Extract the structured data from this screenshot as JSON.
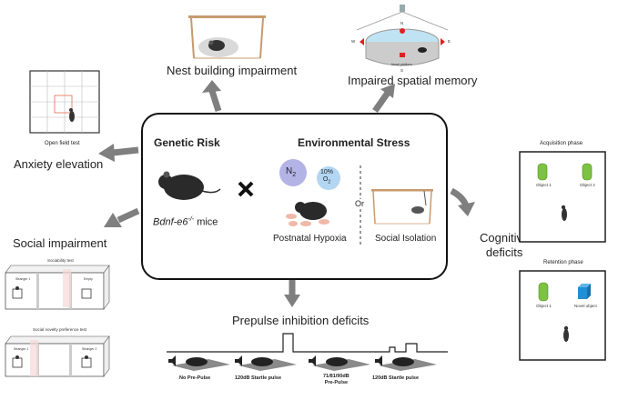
{
  "center": {
    "genetic_risk": "Genetic Risk",
    "environmental_stress": "Environmental Stress",
    "mice_gene": "Bdnf-e6",
    "mice_gene_super": "-/-",
    "mice_suffix": " mice",
    "n2": "N",
    "n2_sub": "2",
    "o2_pct": "10%",
    "o2": "O",
    "o2_sub": "2",
    "or_label": "Or",
    "postnatal_hypoxia": "Postnatal Hypoxia",
    "social_isolation": "Social Isolation"
  },
  "outcomes": {
    "nest_building": "Nest building impairment",
    "spatial_memory": "Impaired spatial memory",
    "anxiety": "Anxiety elevation",
    "open_field": "Open field test",
    "social_impairment": "Social impairment",
    "cognitive": "Cognitive",
    "deficits": "deficits",
    "ppi": "Prepulse inhibition deficits"
  },
  "social_tests": {
    "sociability": "Sociability test",
    "stranger1_a": "Stranger 1",
    "empty": "Empty",
    "novelty": "Social novelty preference test",
    "stranger1_b": "Stranger 1",
    "stranger2": "Stranger 2"
  },
  "cognition": {
    "acquisition": "Acquisition phase",
    "object1_a": "Object 1",
    "object2": "Object 2",
    "retention": "Retention phase",
    "object1_b": "Object 1",
    "novel_object": "Novel object"
  },
  "ppi_panels": {
    "no_prepulse": "No Pre-Pulse",
    "startle1": "120dB Startle pulse",
    "prepulse_db": "71/81/90dB",
    "prepulse": "Pre-Pulse",
    "startle2": "120dB Startle pulse"
  },
  "maze": {
    "w": "W",
    "e": "E",
    "n": "N",
    "s": "S",
    "caption": "Novel platform"
  },
  "colors": {
    "arrow": "#7f7f7f",
    "n2_circle": "#b3b3e6",
    "o2_circle": "#b3d6f2",
    "green_obj": "#7dc242",
    "blue_obj": "#1f8fd6",
    "pool": "#bfe3f2",
    "red_mark": "#e0201f"
  }
}
